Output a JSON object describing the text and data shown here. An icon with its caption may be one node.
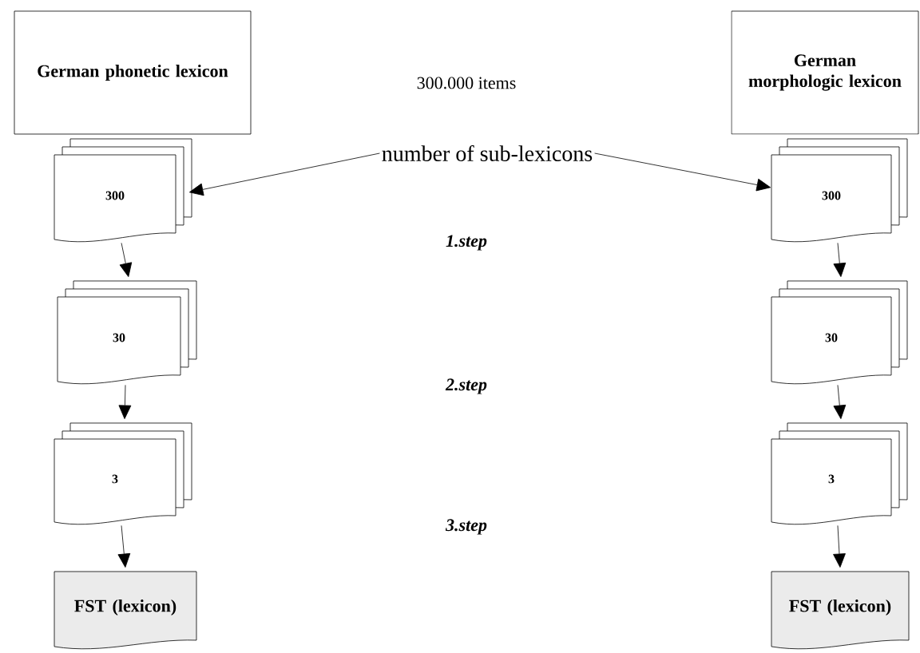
{
  "diagram": {
    "nodes": [
      {
        "text": [
          "German phonetic lexicon"
        ]
      },
      {
        "text": [
          "300"
        ]
      },
      {
        "text": [
          "30"
        ]
      },
      {
        "text": [
          "3"
        ]
      },
      {
        "text": [
          "FST (lexicon)"
        ]
      },
      {
        "text": [
          "German morphologic lexicon"
        ]
      },
      {
        "text": [
          "300"
        ]
      },
      {
        "text": [
          "30"
        ]
      },
      {
        "text": [
          "3"
        ]
      },
      {
        "text": [
          "FST (lexicon)"
        ]
      },
      {
        "text": [
          "number of sub-lexicons"
        ]
      }
    ],
    "edges": [
      {
        "from": 1,
        "to": 2,
        "arrow": "to"
      },
      {
        "from": 2,
        "to": 3,
        "arrow": "to"
      },
      {
        "from": 3,
        "to": 4,
        "arrow": "to"
      },
      {
        "from": 6,
        "to": 7,
        "arrow": "to"
      },
      {
        "from": 7,
        "to": 8,
        "arrow": "to"
      },
      {
        "from": 8,
        "to": 9,
        "arrow": "to"
      },
      {
        "from": 10,
        "to": 1,
        "arrow": "to"
      },
      {
        "from": 10,
        "to": 6,
        "arrow": "to"
      }
    ],
    "labels": [
      "300.000 items",
      "1.step",
      "2.step",
      "3.step"
    ]
  }
}
